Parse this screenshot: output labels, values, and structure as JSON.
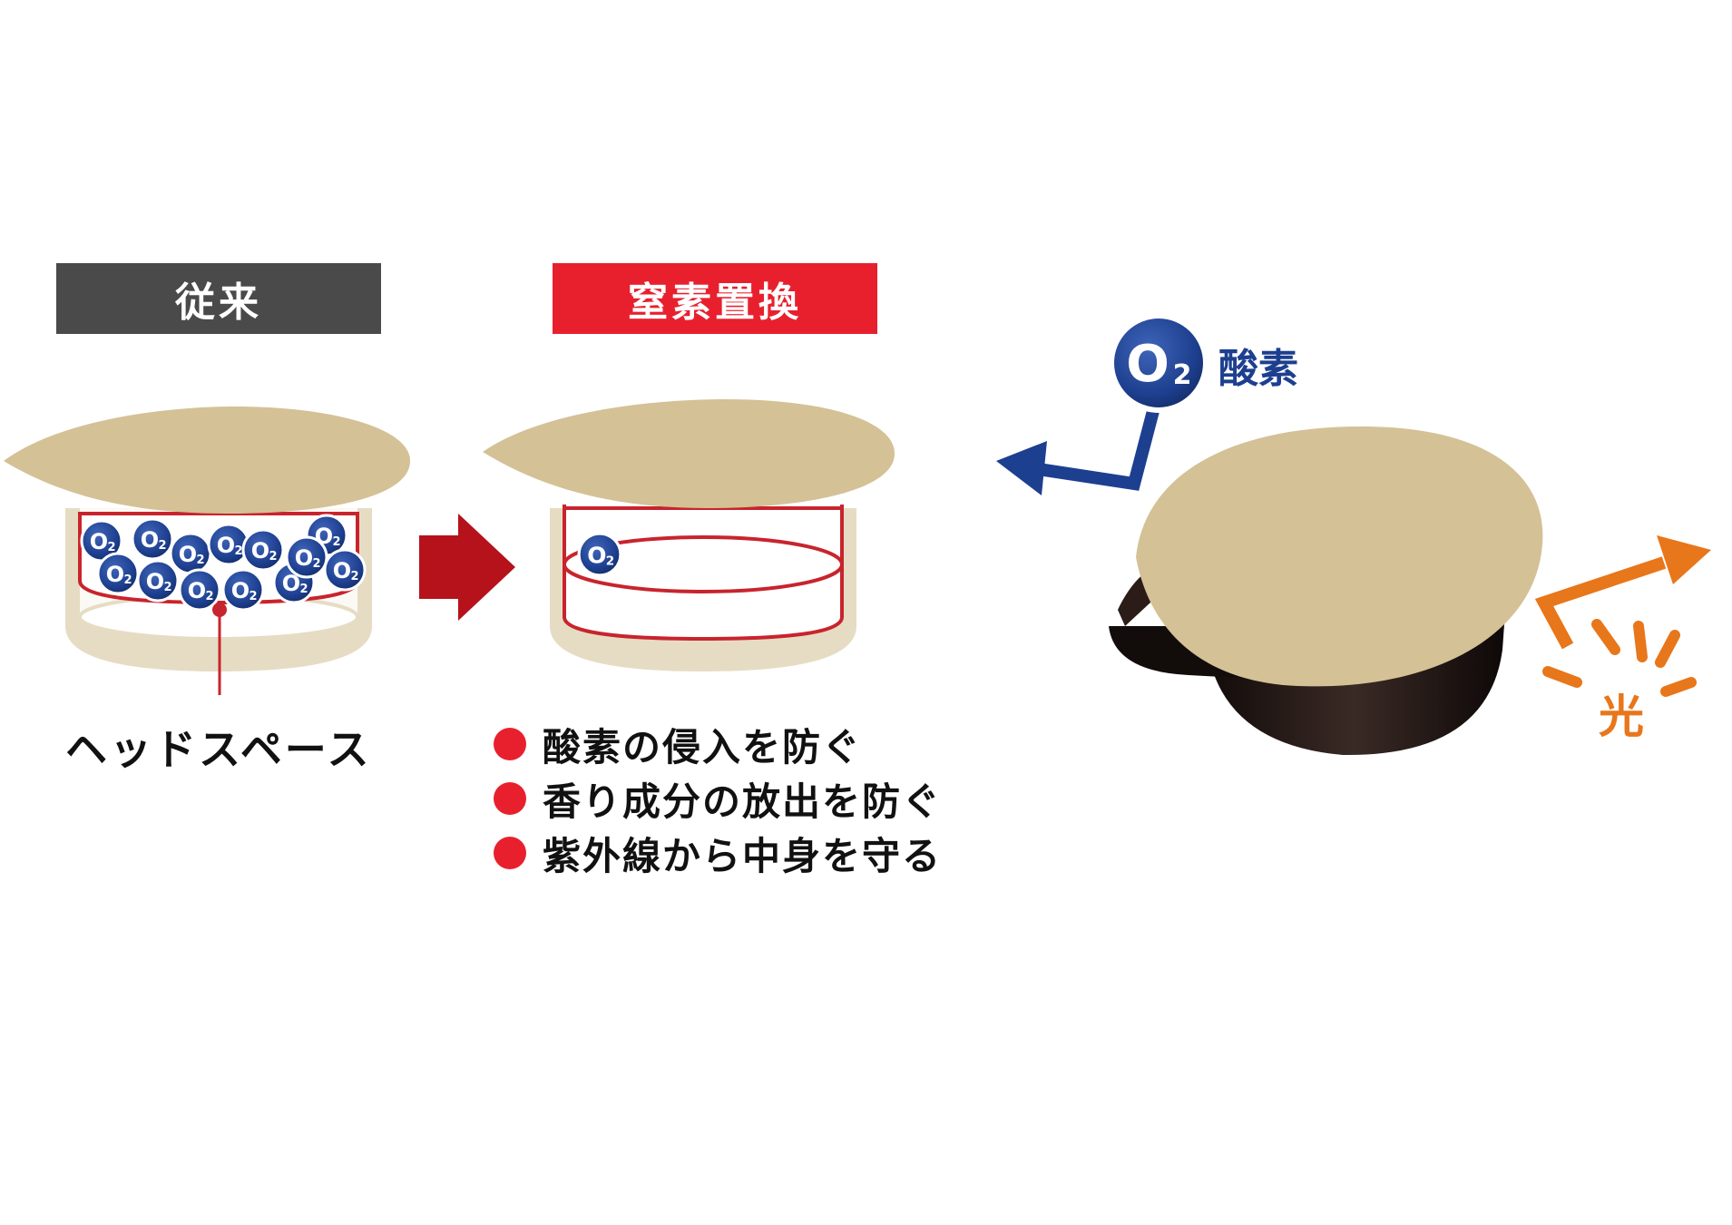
{
  "labels": {
    "conventional": "従来",
    "nitrogen_replacement": "窒素置換",
    "headspace": "ヘッドスペース",
    "oxygen": "酸素",
    "light": "光",
    "o2_symbol": "O",
    "o2_subscript": "2"
  },
  "benefits": [
    "酸素の侵入を防ぐ",
    "香り成分の放出を防ぐ",
    "紫外線から中身を守る"
  ],
  "colors": {
    "gray_label": "#4a4a4a",
    "red_accent": "#e8202e",
    "dark_red_arrow": "#b5121b",
    "lid_beige": "#d4c196",
    "cup_rim_beige": "#e6dcc4",
    "oxygen_blue": "#1d3f8f",
    "light_orange": "#e8761a",
    "cup_dark": "#1e1412"
  },
  "icons": [
    "o2-molecule-icon",
    "right-arrow-icon",
    "oxygen-arrow-icon",
    "light-ray-icon",
    "bullet-dot-icon"
  ]
}
